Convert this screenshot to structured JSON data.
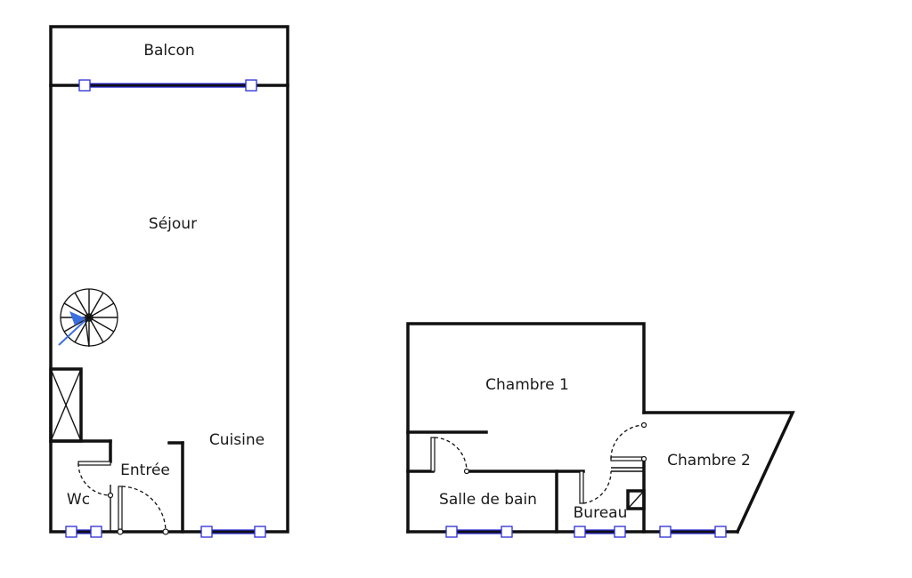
{
  "colors": {
    "wall": "#111111",
    "window": "#2b2bd6",
    "stair_arrow": "#3b6fe0",
    "background": "#ffffff"
  },
  "floor_1": {
    "rooms": {
      "balcon": "Balcon",
      "sejour": "Séjour",
      "cuisine": "Cuisine",
      "entree": "Entrée",
      "wc": "Wc"
    }
  },
  "floor_2": {
    "rooms": {
      "chambre1": "Chambre 1",
      "chambre2": "Chambre 2",
      "salle_de_bain": "Salle de bain",
      "bureau": "Bureau"
    }
  }
}
